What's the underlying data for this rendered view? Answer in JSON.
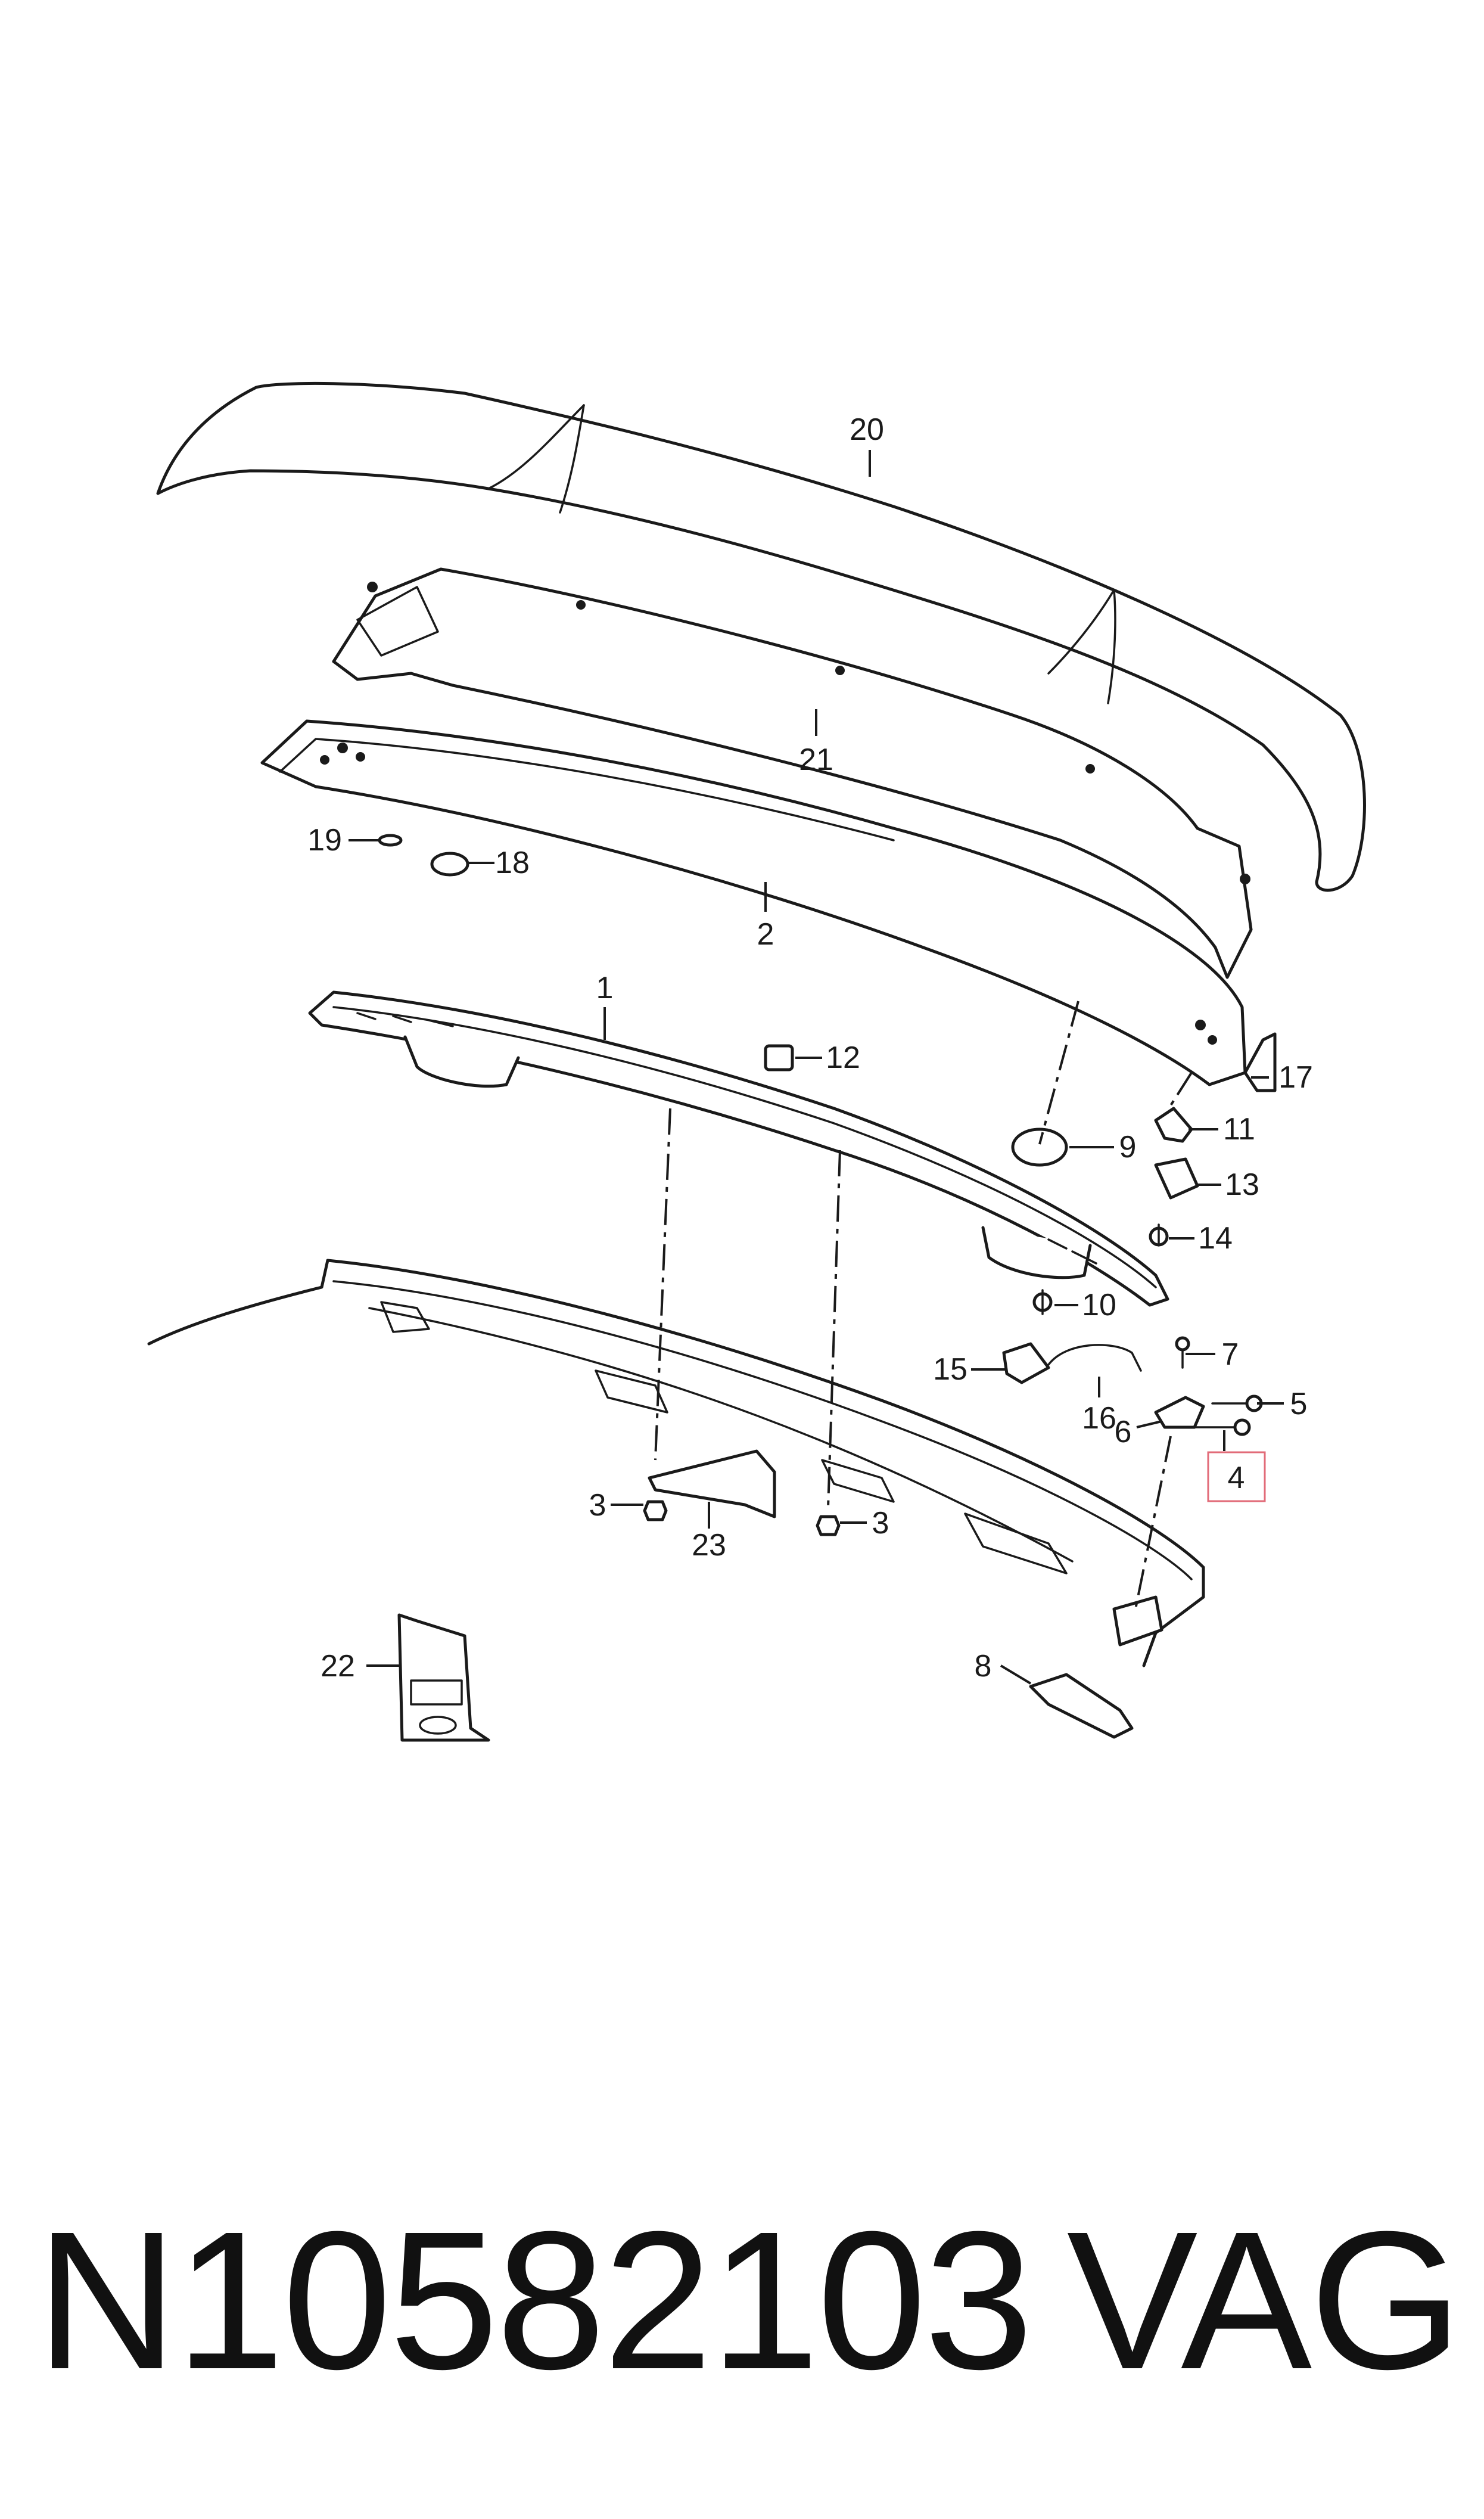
{
  "callouts": {
    "c1": "1",
    "c2": "2",
    "c3a": "3",
    "c3b": "3",
    "c4": "4",
    "c5": "5",
    "c6": "6",
    "c7": "7",
    "c8": "8",
    "c9": "9",
    "c10": "10",
    "c11": "11",
    "c12": "12",
    "c13": "13",
    "c14": "14",
    "c15": "15",
    "c16": "16",
    "c17": "17",
    "c18": "18",
    "c19": "19",
    "c20": "20",
    "c21": "21",
    "c22": "22",
    "c23": "23"
  },
  "highlight_color": "#e26b78",
  "footer": {
    "part_number": "N10582103",
    "brand": "VAG"
  }
}
